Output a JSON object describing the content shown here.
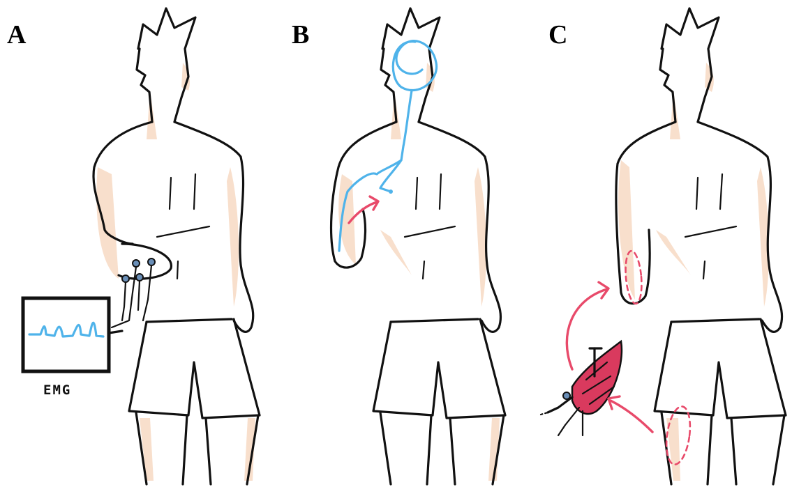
{
  "panels": [
    {
      "label": "A"
    },
    {
      "label": "B"
    },
    {
      "label": "C"
    }
  ],
  "emg_label": "EMG",
  "colors": {
    "outline": "#111111",
    "skin": "#f7dcc6",
    "nerve": "#4fb3ea",
    "muscle": "#d93a5e",
    "arrow": "#e84a6a"
  }
}
